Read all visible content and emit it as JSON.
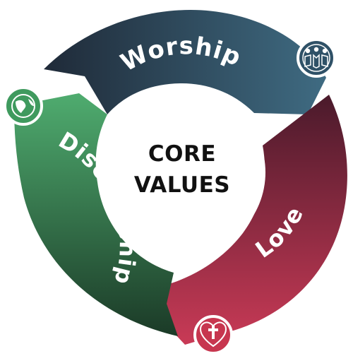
{
  "center": {
    "line1": "CORE",
    "line2": "VALUES"
  },
  "segments": [
    {
      "key": "worship",
      "label": "Worship",
      "icon": "people-with-bible-icon",
      "color_start": "#243447",
      "color_end": "#3f6a80"
    },
    {
      "key": "love",
      "label": "Love",
      "icon": "heart-cross-icon",
      "color_start": "#5b1f33",
      "color_end": "#c2334f"
    },
    {
      "key": "discipleship",
      "label": "Discipleship",
      "icon": "globe-icon",
      "color_start": "#4aa66a",
      "color_end": "#1f4a30"
    }
  ]
}
